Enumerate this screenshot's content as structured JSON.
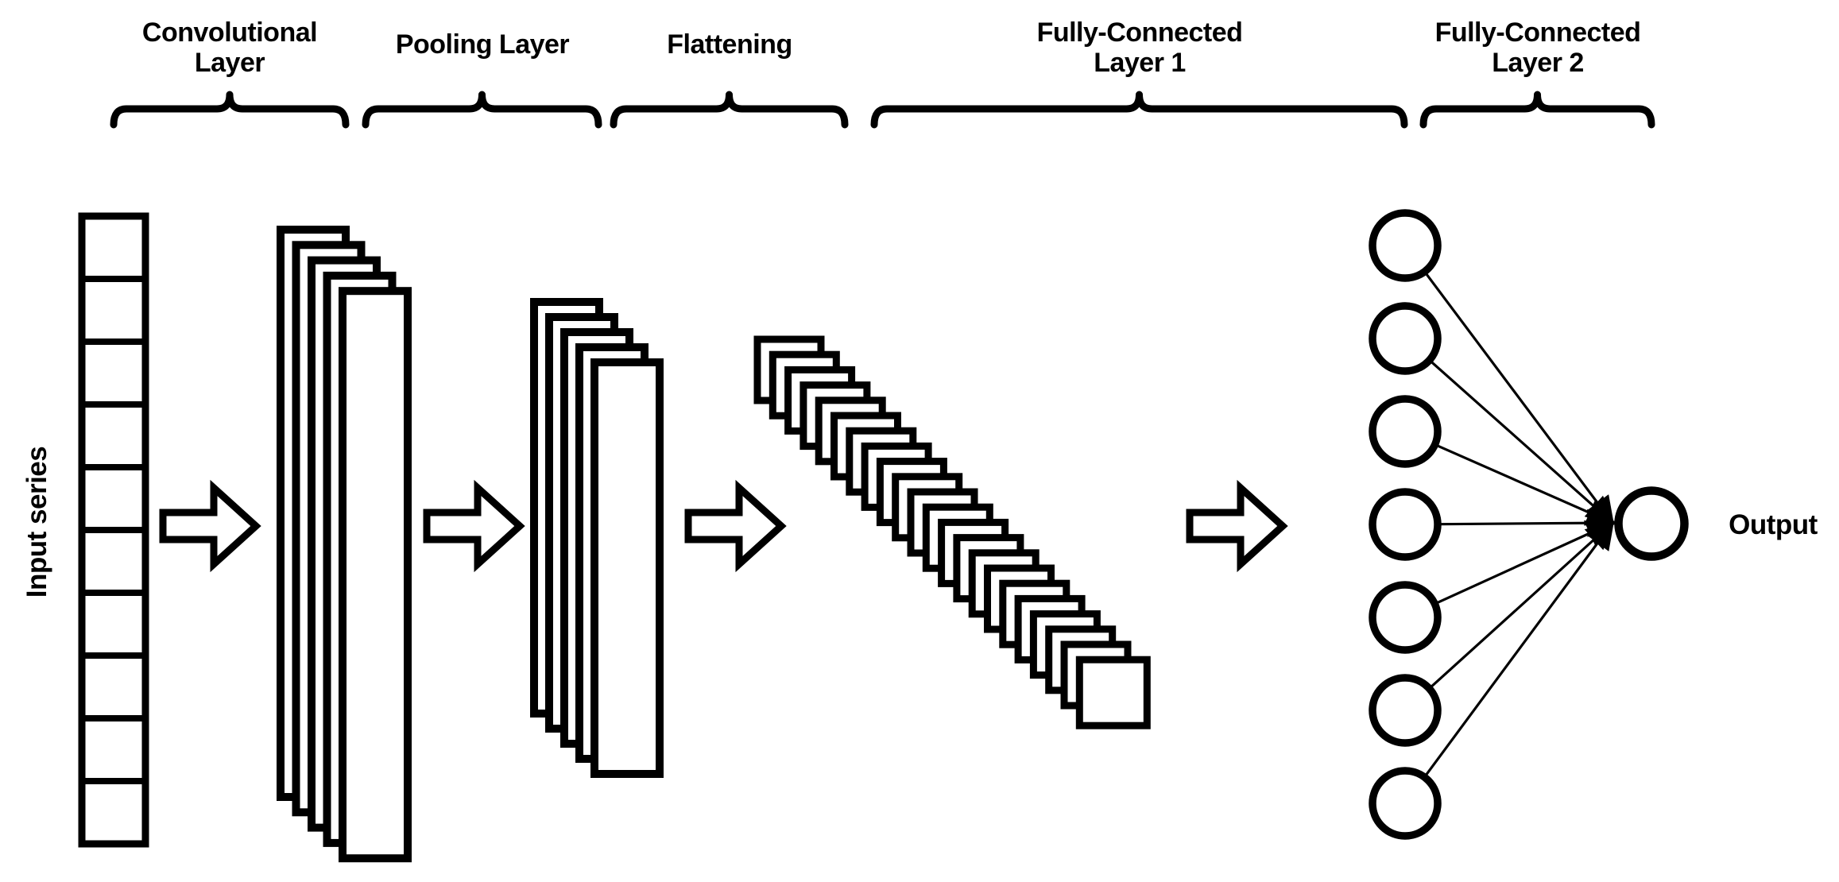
{
  "diagram": {
    "type": "cnn-architecture",
    "background_color": "#ffffff",
    "stroke_color": "#000000",
    "fill_color": "#ffffff",
    "stages": [
      {
        "id": "convolutional",
        "label": "Convolutional\nLayer"
      },
      {
        "id": "pooling",
        "label": "Pooling Layer"
      },
      {
        "id": "flattening",
        "label": "Flattening"
      },
      {
        "id": "fc1",
        "label": "Fully-Connected\nLayer 1"
      },
      {
        "id": "fc2",
        "label": "Fully-Connected\nLayer 2"
      }
    ],
    "input_label": "Input series",
    "output_label": "Output",
    "counts": {
      "input_cells": 10,
      "conv_feature_maps": 5,
      "pool_feature_maps": 5,
      "flatten_squares": 22,
      "fc1_neurons": 7,
      "output_neurons": 1,
      "flow_arrows": 4
    }
  }
}
